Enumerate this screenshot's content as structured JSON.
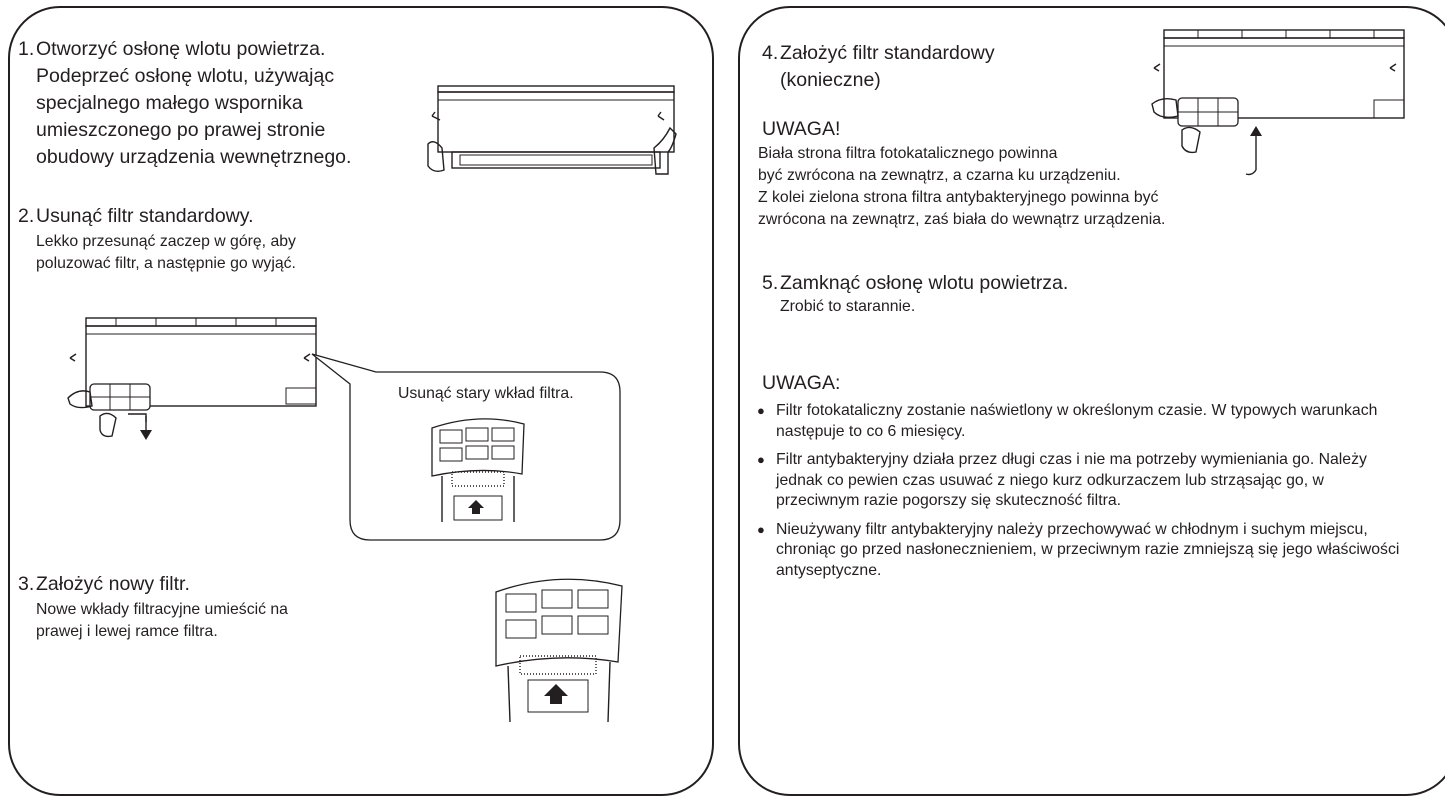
{
  "left": {
    "step1": {
      "number": "1.",
      "title": "Otworzyć osłonę wlotu powietrza.",
      "lines": [
        "Podeprzeć osłonę wlotu, używając",
        "specjalnego małego wspornika",
        "umieszczonego po prawej stronie",
        "obudowy urządzenia wewnętrznego."
      ]
    },
    "step2": {
      "number": "2.",
      "title": "Usunąć filtr standardowy.",
      "lines": [
        "Lekko przesunąć zaczep w górę, aby",
        "poluzować filtr, a następnie go wyjąć."
      ],
      "callout": "Usunąć stary wkład filtra."
    },
    "step3": {
      "number": "3.",
      "title": "Założyć nowy filtr.",
      "lines": [
        "Nowe wkłady filtracyjne umieścić na",
        "prawej i lewej ramce filtra."
      ]
    }
  },
  "right": {
    "step4": {
      "number": "4.",
      "title": "Założyć filtr standardowy",
      "subtitle": "(konieczne)"
    },
    "warning1": {
      "heading": "UWAGA!",
      "lines": [
        "Biała strona filtra fotokatalicznego powinna",
        "być zwrócona na zewnątrz, a czarna ku urządzeniu.",
        "Z kolei zielona strona filtra antybakteryjnego powinna być",
        "zwrócona na zewnątrz, zaś biała do wewnątrz urządzenia."
      ]
    },
    "step5": {
      "number": "5.",
      "title": "Zamknąć osłonę wlotu powietrza.",
      "line": "Zrobić to starannie."
    },
    "warning2": {
      "heading": "UWAGA:",
      "bullet_symbol": "●",
      "bullets": [
        "Filtr fotokataliczny zostanie naświetlony w określonym czasie. W typowych warunkach następuje to co 6 miesięcy.",
        "Filtr antybakteryjny działa przez długi czas i nie ma potrzeby wymieniania go. Należy jednak co pewien czas usuwać z niego kurz odkurzaczem lub strząsając go, w przeciwnym razie pogorszy się skuteczność filtra.",
        "Nieużywany filtr antybakteryjny należy przechowywać w chłodnym i suchym miejscu, chroniąc go przed nasłonecznieniem, w przeciwnym razie zmniejszą się jego właściwości antyseptyczne."
      ]
    }
  }
}
